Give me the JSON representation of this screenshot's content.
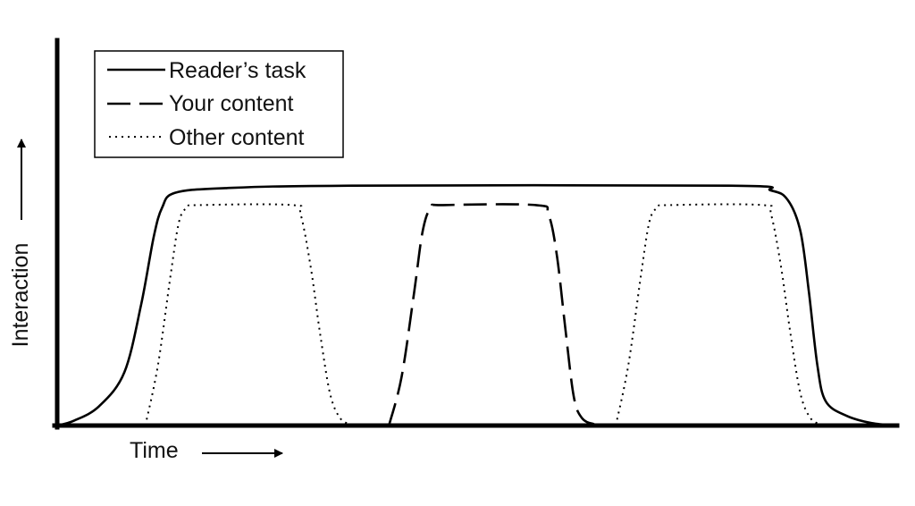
{
  "chart_data": {
    "type": "line",
    "title": "",
    "xlabel": "Time",
    "ylabel": "Interaction",
    "xlim": [
      0,
      100
    ],
    "ylim": [
      0,
      100
    ],
    "grid": false,
    "legend_placement": "top-left",
    "series": [
      {
        "name": "Reader’s task",
        "line_style": "solid",
        "color": "#000000",
        "points": [
          [
            0,
            0
          ],
          [
            2,
            2
          ],
          [
            5,
            8
          ],
          [
            8,
            22
          ],
          [
            10,
            50
          ],
          [
            11.5,
            78
          ],
          [
            12.5,
            90
          ],
          [
            14,
            96
          ],
          [
            20,
            98
          ],
          [
            35,
            99
          ],
          [
            80,
            99
          ],
          [
            85,
            97
          ],
          [
            87,
            93
          ],
          [
            88.5,
            80
          ],
          [
            89.5,
            55
          ],
          [
            90.5,
            25
          ],
          [
            91.5,
            10
          ],
          [
            94,
            4
          ],
          [
            97,
            1
          ],
          [
            100,
            0
          ]
        ]
      },
      {
        "name": "Your content",
        "line_style": "dashed",
        "color": "#000000",
        "points": [
          [
            39.5,
            0
          ],
          [
            41,
            20
          ],
          [
            42.5,
            55
          ],
          [
            43.5,
            80
          ],
          [
            44.5,
            90
          ],
          [
            46,
            91
          ],
          [
            57,
            91
          ],
          [
            58.5,
            87
          ],
          [
            59.5,
            70
          ],
          [
            60.5,
            40
          ],
          [
            61.5,
            12
          ],
          [
            62.5,
            3
          ],
          [
            64,
            0.5
          ],
          [
            65,
            0
          ]
        ]
      },
      {
        "name": "Other content",
        "line_style": "dotted",
        "color": "#000000",
        "segments": [
          [
            [
              10.5,
              0
            ],
            [
              12,
              25
            ],
            [
              13.5,
              62
            ],
            [
              14.5,
              84
            ],
            [
              15.5,
              90
            ],
            [
              17,
              91
            ],
            [
              28,
              91
            ],
            [
              29,
              87
            ],
            [
              30.2,
              65
            ],
            [
              31.3,
              38
            ],
            [
              32.5,
              13
            ],
            [
              33.7,
              3
            ],
            [
              35,
              0.5
            ],
            [
              36,
              0
            ]
          ],
          [
            [
              66.5,
              0
            ],
            [
              68,
              25
            ],
            [
              69.5,
              62
            ],
            [
              70.5,
              84
            ],
            [
              71.5,
              90
            ],
            [
              73,
              91
            ],
            [
              84,
              91
            ],
            [
              85,
              87
            ],
            [
              86.2,
              65
            ],
            [
              87.3,
              38
            ],
            [
              88.5,
              13
            ],
            [
              89.7,
              3
            ],
            [
              91,
              0.5
            ],
            [
              92,
              0
            ]
          ]
        ]
      }
    ]
  }
}
